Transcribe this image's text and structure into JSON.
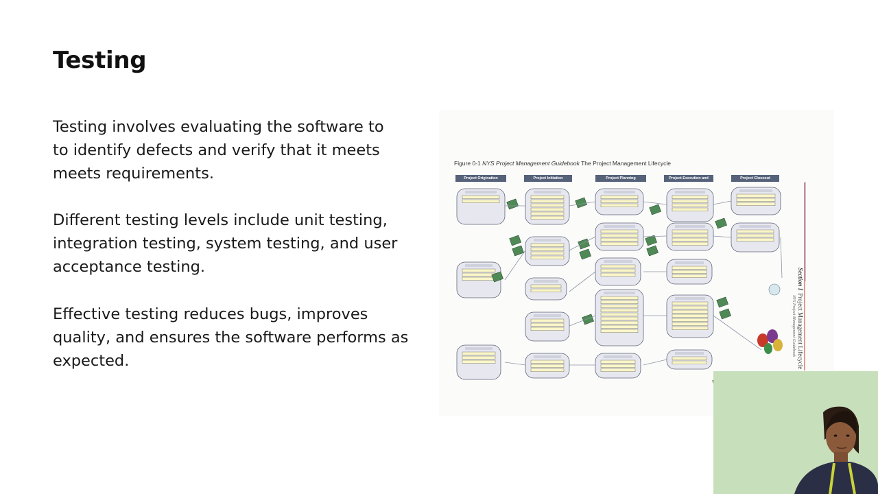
{
  "slide": {
    "title": "Testing",
    "paragraphs": [
      [
        "Testing involves evaluating the software to",
        "to identify defects and verify that it meets",
        "meets requirements."
      ],
      [
        "Different testing levels include unit testing,",
        "integration testing, system testing, and user",
        "acceptance testing."
      ],
      [
        "Effective testing reduces bugs, improves",
        "quality, and ensures the software performs as",
        "expected."
      ]
    ]
  },
  "figure": {
    "caption_prefix": "Figure 0-1",
    "caption_italic": "NYS Project Management Guidebook",
    "caption_suffix": "The Project Management Lifecycle",
    "column_headers": [
      "Project Origination",
      "Project Initiation",
      "Project Planning",
      "Project Execution and Control",
      "Project Closeout"
    ],
    "side_label_bold": "Section I",
    "side_label": "Project Management Lifecycle",
    "side_sub": "NYS Project Management Guidebook"
  },
  "webcam": {
    "icon": "presenter-video-feed"
  }
}
